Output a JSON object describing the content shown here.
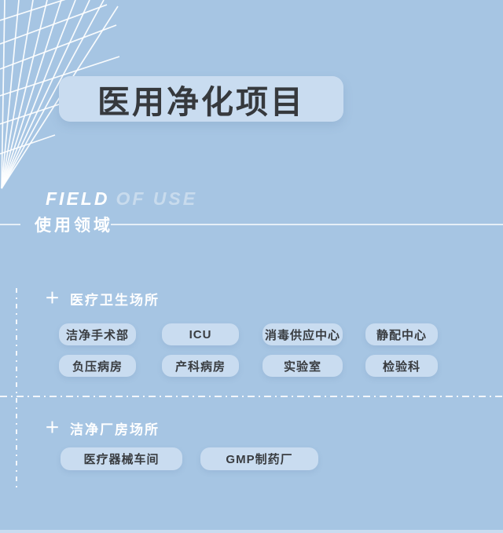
{
  "header": {
    "title": "医用净化项目"
  },
  "field_of_use": {
    "en_bold": "FIELD",
    "en_light": "OF USE",
    "cn": "使用领域"
  },
  "sections": [
    {
      "title": "医疗卫生场所",
      "tags": [
        "洁净手术部",
        "ICU",
        "消毒供应中心",
        "静配中心",
        "负压病房",
        "产科病房",
        "实验室",
        "检验科"
      ]
    },
    {
      "title": "洁净厂房场所",
      "tags": [
        "医疗器械车间",
        "GMP制药厂"
      ]
    }
  ],
  "icons": {
    "plus_glyph": "＋",
    "mesh": "wireframe-mesh"
  },
  "colors": {
    "background": "#a6c5e3",
    "panel": "#c9dcf0",
    "dark_text": "#36393d",
    "white_text": "#ffffff"
  }
}
